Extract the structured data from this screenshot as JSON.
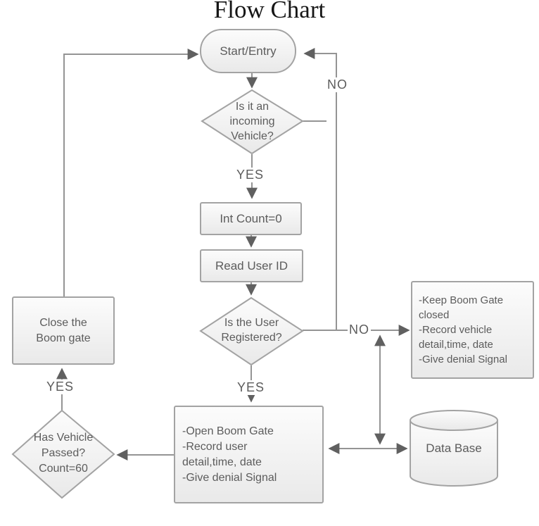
{
  "title": "Flow Chart",
  "colors": {
    "line": "#949494",
    "shape_border": "#a3a3a3",
    "shape_fill_top": "#fcfcfc",
    "shape_fill_bottom": "#e9e9e9",
    "node_text": "#5c5c5c",
    "arrowhead": "#606060",
    "title_text": "#161616"
  },
  "nodes": {
    "start": {
      "label": "Start/Entry"
    },
    "incoming_vehicle": {
      "lines": [
        "Is it an",
        "incoming",
        "Vehicle?"
      ]
    },
    "int_count": {
      "label": "Int Count=0"
    },
    "read_user_id": {
      "label": "Read User ID"
    },
    "user_registered": {
      "lines": [
        "Is the User",
        "Registered?"
      ]
    },
    "close_boom_gate": {
      "lines": [
        "Close the",
        "Boom gate"
      ]
    },
    "keep_boom_gate": {
      "lines": [
        "-Keep Boom Gate",
        "closed",
        "-Record vehicle",
        "detail,time, date",
        "-Give denial Signal"
      ]
    },
    "open_boom_gate": {
      "lines": [
        "-Open Boom Gate",
        "-Record user",
        "detail,time, date",
        "-Give denial Signal"
      ]
    },
    "vehicle_passed": {
      "lines": [
        "Has Vehicle",
        "Passed?",
        "Count=60"
      ]
    },
    "database": {
      "label": "Data Base"
    }
  },
  "edge_labels": {
    "incoming_no": "NO",
    "incoming_yes": "YES",
    "registered_no": "NO",
    "registered_yes": "YES",
    "passed_yes": "YES"
  }
}
